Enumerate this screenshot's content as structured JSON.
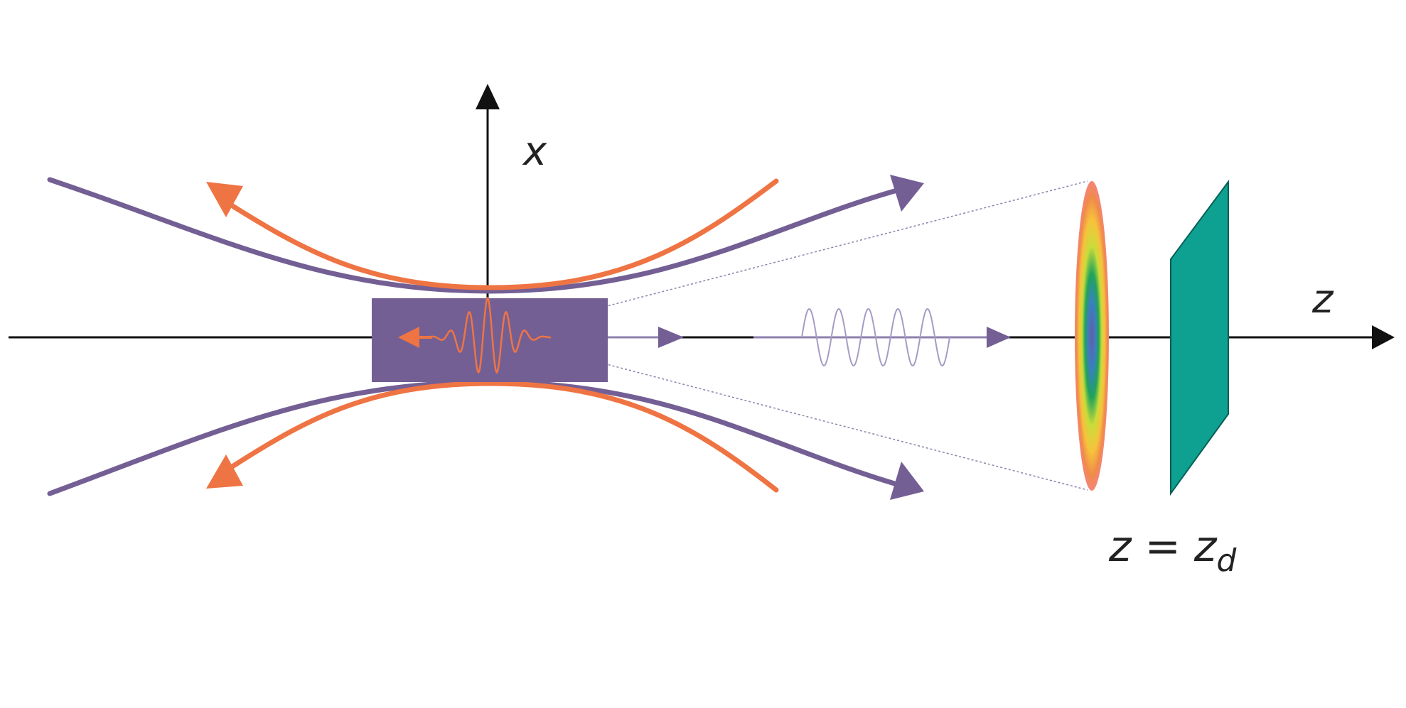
{
  "labels": {
    "x_axis": "x",
    "z_axis": "z",
    "detector_eq_main": "z = z",
    "detector_eq_sub": "d"
  },
  "colors": {
    "purple": "#735F94",
    "orange": "#EF7443",
    "teal": "#0EA090",
    "axis": "#111111"
  }
}
